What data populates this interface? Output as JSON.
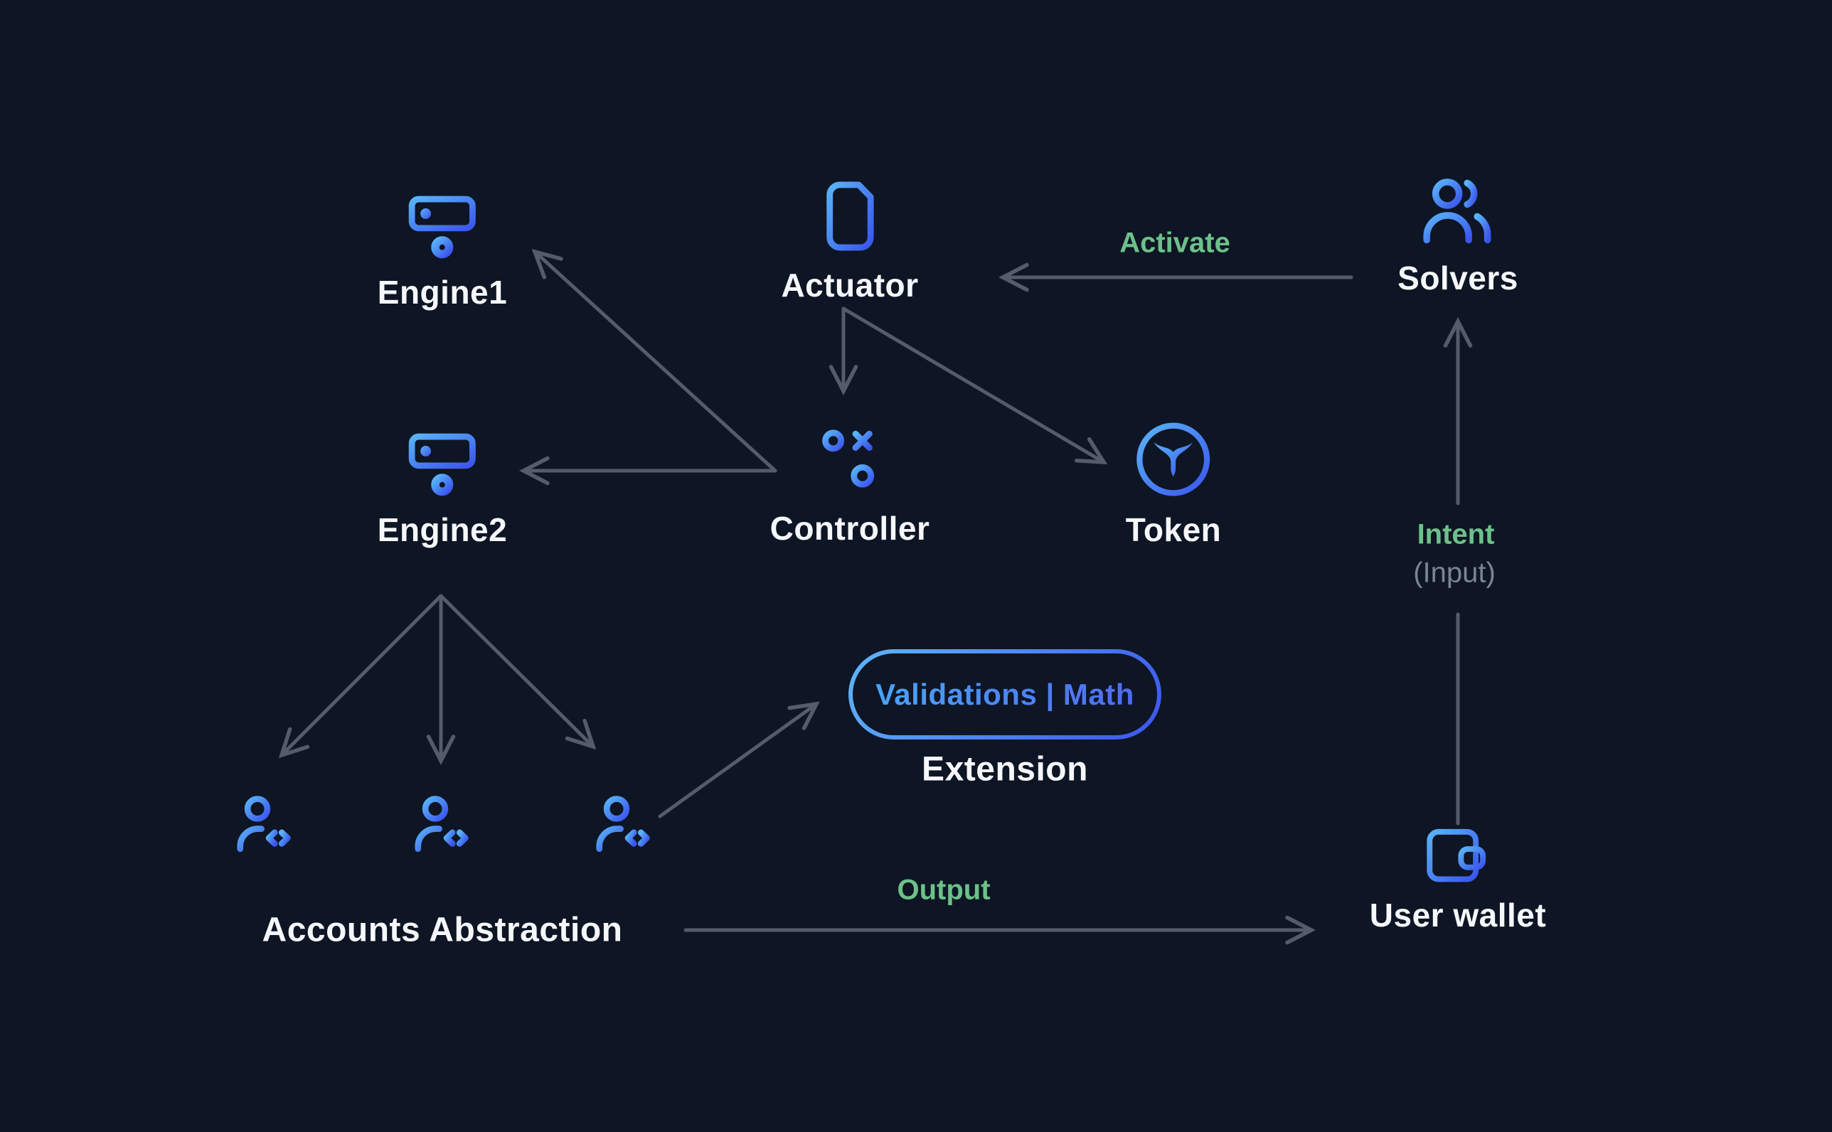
{
  "diagram_title": "",
  "colors": {
    "background": "#0e1524",
    "icon_gradient_light": "#59b3f7",
    "icon_gradient_dark": "#3b55ee",
    "arrow_gray": "#545c6b",
    "edge_label_green": "#6cc189",
    "sublabel_gray": "#7b8494",
    "node_label_white": "#f5f7fa",
    "badge_text_gradient": [
      "#4aa3f6",
      "#4f6cf2"
    ]
  },
  "nodes": {
    "engine1": {
      "label": "Engine1",
      "icon": "engine-icon"
    },
    "actuator": {
      "label": "Actuator",
      "icon": "document-icon"
    },
    "solvers": {
      "label": "Solvers",
      "icon": "users-icon"
    },
    "engine2": {
      "label": "Engine2",
      "icon": "engine-icon"
    },
    "controller": {
      "label": "Controller",
      "icon": "strategy-icon"
    },
    "token": {
      "label": "Token",
      "icon": "token-icon"
    },
    "accounts_abstraction": {
      "label": "Accounts Abstraction",
      "icon": "user-code-icon",
      "icon_count": 3
    },
    "extension": {
      "label": "Extension",
      "badge": "Validations | Math"
    },
    "user_wallet": {
      "label": "User wallet",
      "icon": "wallet-icon"
    }
  },
  "edge_labels": {
    "activate": "Activate",
    "intent": "Intent",
    "intent_sub": "(Input)",
    "output": "Output"
  },
  "edges": [
    {
      "from": "controller",
      "to": "engine1"
    },
    {
      "from": "controller",
      "to": "engine2"
    },
    {
      "from": "actuator",
      "to": "controller"
    },
    {
      "from": "actuator",
      "to": "token"
    },
    {
      "from": "solvers",
      "to": "actuator",
      "label": "Activate"
    },
    {
      "from": "user_wallet",
      "to": "solvers",
      "label": "Intent (Input)"
    },
    {
      "from": "engine2",
      "to": "accounts_abstraction",
      "count": 3
    },
    {
      "from": "accounts_abstraction",
      "to": "extension"
    },
    {
      "from": "accounts_abstraction",
      "to": "user_wallet",
      "label": "Output"
    }
  ]
}
